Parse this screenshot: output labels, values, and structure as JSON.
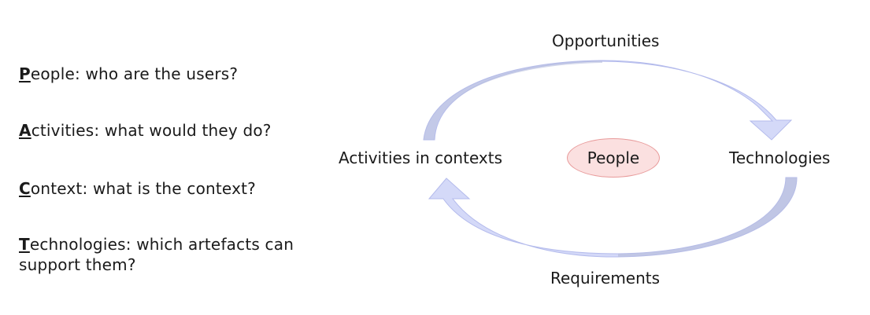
{
  "pact": {
    "items": [
      {
        "letter": "P",
        "rest": "eople: who are the users?"
      },
      {
        "letter": "A",
        "rest": "ctivities: what would they do?"
      },
      {
        "letter": "C",
        "rest": "ontext: what is the context?"
      },
      {
        "letter": "T",
        "rest": "echnologies: which artefacts can support them?"
      }
    ]
  },
  "cycle": {
    "top_label": "Opportunities",
    "bottom_label": "Requirements",
    "left_label": "Activities in contexts",
    "right_label": "Technologies",
    "center_label": "People"
  },
  "colors": {
    "arrow_fill": "#d4d9f8",
    "arrow_shadow": "#b8bedd",
    "ellipse_fill": "#fbe0e0",
    "ellipse_border": "#e89a9a"
  }
}
